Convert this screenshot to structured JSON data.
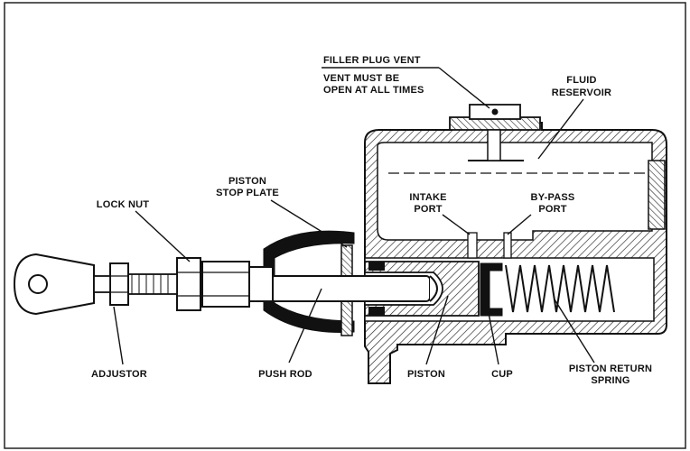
{
  "labels": {
    "filler_plug_vent": "FILLER PLUG VENT",
    "vent_line1": "VENT MUST BE",
    "vent_line2": "OPEN AT ALL TIMES",
    "fluid_line1": "FLUID",
    "fluid_line2": "RESERVOIR",
    "piston_stop_line1": "PISTON",
    "piston_stop_line2": "STOP PLATE",
    "lock_nut": "LOCK NUT",
    "intake_line1": "INTAKE",
    "intake_line2": "PORT",
    "bypass_line1": "BY-PASS",
    "bypass_line2": "PORT",
    "adjustor": "ADJUSTOR",
    "push_rod": "PUSH ROD",
    "piston": "PISTON",
    "cup": "CUP",
    "return_line1": "PISTON RETURN",
    "return_line2": "SPRING"
  }
}
